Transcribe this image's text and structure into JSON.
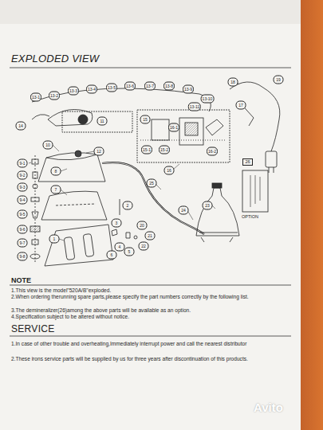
{
  "diagram": {
    "title": "EXPLODED VIEW",
    "nodes": [
      {
        "text": [
          "26"
        ]
      }
    ],
    "labels": [
      "NOTE",
      "1.This view is the model\"520A/B\"exploded.",
      "2.When ordering therunning spare parts,please specify the part numbers correctly by the following list.",
      "3.The demineralizer(26)among the above parts will be available as an option.",
      "4.Specification subject to be altered without notice.",
      "SERVICE",
      "1.In case of other trouble and overheating,Immediately interrupt power and call the nearest distributor",
      "2.These irons service parts will be supplied by us for three years after discontinuation of this products.",
      "OPTION",
      "Avito",
      "18",
      "19",
      "13-1",
      "13-2",
      "13-3",
      "13-4",
      "13-5",
      "13-6",
      "13-7",
      "13-8",
      "13-9",
      "13-10",
      "13-11",
      "14",
      "11",
      "12",
      "15",
      "16",
      "17",
      "15-1",
      "15-2",
      "16-1",
      "16-2",
      "9-1",
      "9-2",
      "9-3",
      "9-4",
      "9-5",
      "9-6",
      "9-7",
      "9-8",
      "8",
      "7",
      "1",
      "2",
      "3",
      "4",
      "5",
      "6",
      "20",
      "21",
      "22",
      "23",
      "24",
      "25",
      "10"
    ]
  }
}
